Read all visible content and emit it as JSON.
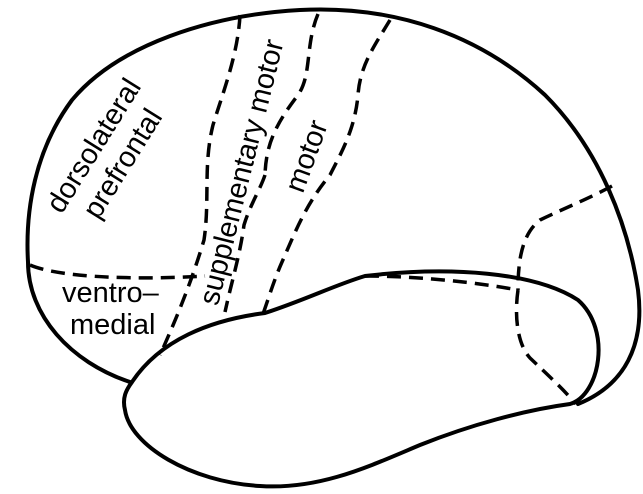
{
  "regions": {
    "dorsolateral_prefrontal": {
      "line1": "dorsolateral",
      "line2": "prefrontal"
    },
    "supplementary_motor": {
      "label": "supplementary motor"
    },
    "motor": {
      "label": "motor"
    },
    "ventromedial": {
      "line1": "ventro–",
      "line2": "medial"
    }
  }
}
